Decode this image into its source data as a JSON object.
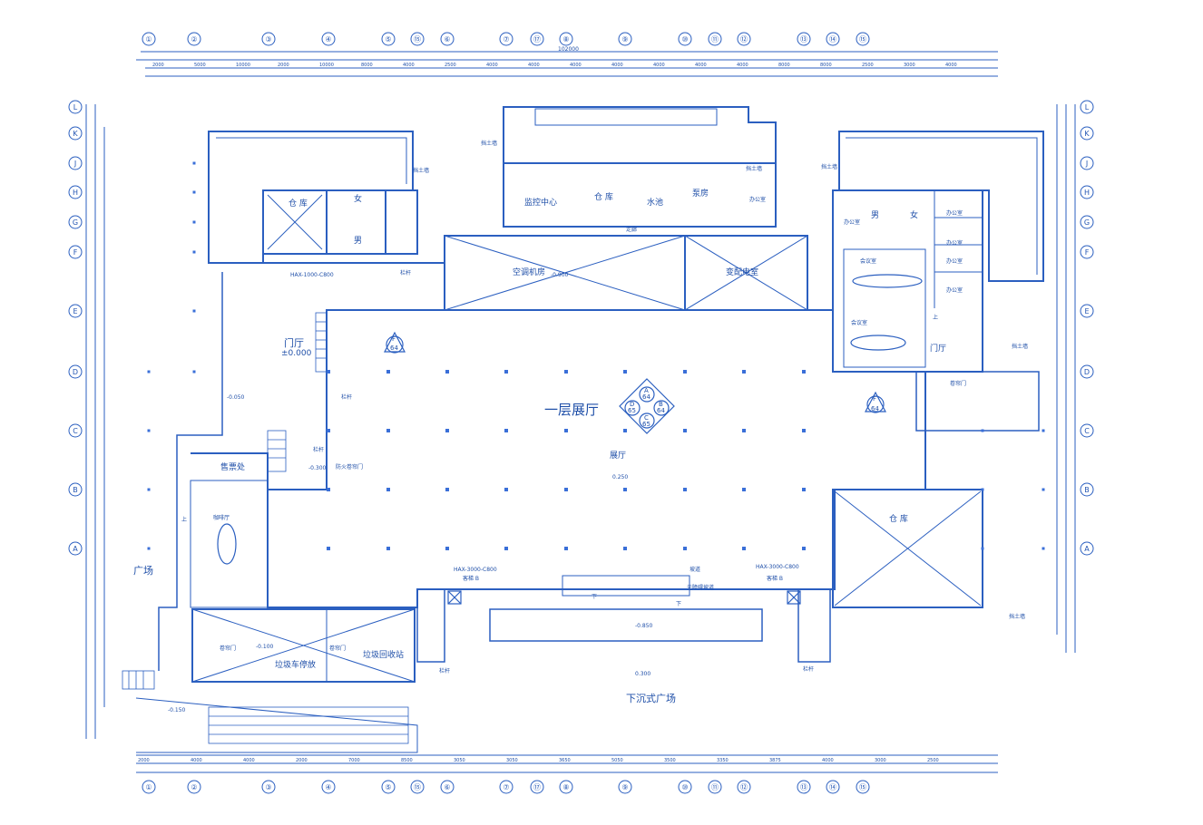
{
  "plan_title": "一层展厅",
  "palette": {
    "line": "#2b5fc0",
    "dark": "#1f4fa8",
    "fill": "#3a6fd8"
  },
  "icons": [
    "section-marker-icon",
    "elevator-icon",
    "stair-icon",
    "toilet-icon",
    "conference-table-icon",
    "column-icon"
  ],
  "grid_top": [
    "①",
    "②",
    "③",
    "④",
    "⑤",
    "⑮",
    "⑥",
    "⑦",
    "⑰",
    "⑧",
    "⑨",
    "⑩",
    "⑪",
    "⑫",
    "⑬",
    "⑭",
    "⑮"
  ],
  "grid_left": [
    "L",
    "K",
    "J",
    "H",
    "G",
    "F",
    "E",
    "D",
    "C",
    "B",
    "A"
  ],
  "top_dims": [
    "2000",
    "5000",
    "10000",
    "2000",
    "10000",
    "8000",
    "4000",
    "2500",
    "4000",
    "4000",
    "4000",
    "4000",
    "4000",
    "4000",
    "4000",
    "8000",
    "8000",
    "2500",
    "3000",
    "4000"
  ],
  "top_total": "102000",
  "bottom_dims": [
    "2000",
    "4000",
    "4000",
    "2000",
    "7000",
    "8500",
    "3050",
    "3050",
    "3650",
    "5050",
    "3500",
    "3350",
    "3875",
    "4000",
    "3000",
    "2500"
  ],
  "rooms": {
    "exhibition_hall": "一层展厅",
    "hall_small": "展厅",
    "lobby_left": "门厅",
    "lobby_right": "门厅",
    "storage_a": "仓 库",
    "storage_b": "仓 库",
    "storage_c": "仓 库",
    "women_a": "女",
    "men_a": "男",
    "men_b": "男",
    "women_b": "女",
    "monitor": "监控中心",
    "water_pool": "水池",
    "pump": "泵房",
    "office_1": "办公室",
    "office_2": "办公室",
    "office_3": "办公室",
    "office_4": "办公室",
    "office_5": "办公室",
    "office_6": "办公室",
    "ac_room": "空调机房",
    "substation": "变配电室",
    "meeting_1": "会议室",
    "meeting_2": "会议室",
    "ticket": "售票处",
    "cafe": "咖啡厅",
    "garbage_park": "垃圾车停放",
    "garbage_station": "垃圾回收站",
    "square": "广场",
    "sunken_square": "下沉式广场",
    "corridor": "走廊",
    "fire_door": "防火卷帘门",
    "roll_door_a": "卷帘门",
    "roll_door_b": "卷帘门",
    "roll_door_c": "卷帘门",
    "dangtuqiang_1": "挡土墙",
    "dangtuqiang_2": "挡土墙",
    "dangtuqiang_3": "挡土墙",
    "dangtuqiang_4": "挡土墙",
    "dangtuqiang_5": "挡土墙",
    "dangtuqiang_6": "挡土墙",
    "lanqian_1": "栏杆",
    "lanqian_2": "栏杆",
    "lanqian_3": "栏杆",
    "lanqian_4": "栏杆",
    "lanqian_5": "栏杆",
    "shang_1": "上",
    "shang_2": "上",
    "xia_1": "下",
    "xia_2": "下",
    "elev_a": "HAX-3000-C800",
    "elev_b": "HAX-3000-C800",
    "elev_c": "HAX-1000-C800",
    "keti_a": "客梯 B",
    "keti_b": "客梯 B",
    "disaster": "无障碍坡道",
    "slope": "坡道"
  },
  "levels": {
    "l0": "±0.000",
    "l1": "-0.900",
    "l2": "-0.150",
    "l3": "-0.300",
    "l4": "-0.050",
    "l5": "0.250",
    "l6": "-0.100",
    "l7": "0.300",
    "l8": "-0.850"
  },
  "markers": {
    "f64_a": "F",
    "f64_a_n": "64",
    "f64_b": "F",
    "f64_b_n": "64",
    "center_top": "A",
    "center_top_n": "64",
    "center_left": "D",
    "center_left_n": "65",
    "center_right": "B",
    "center_right_n": "64",
    "center_bottom": "C",
    "center_bottom_n": "65"
  }
}
